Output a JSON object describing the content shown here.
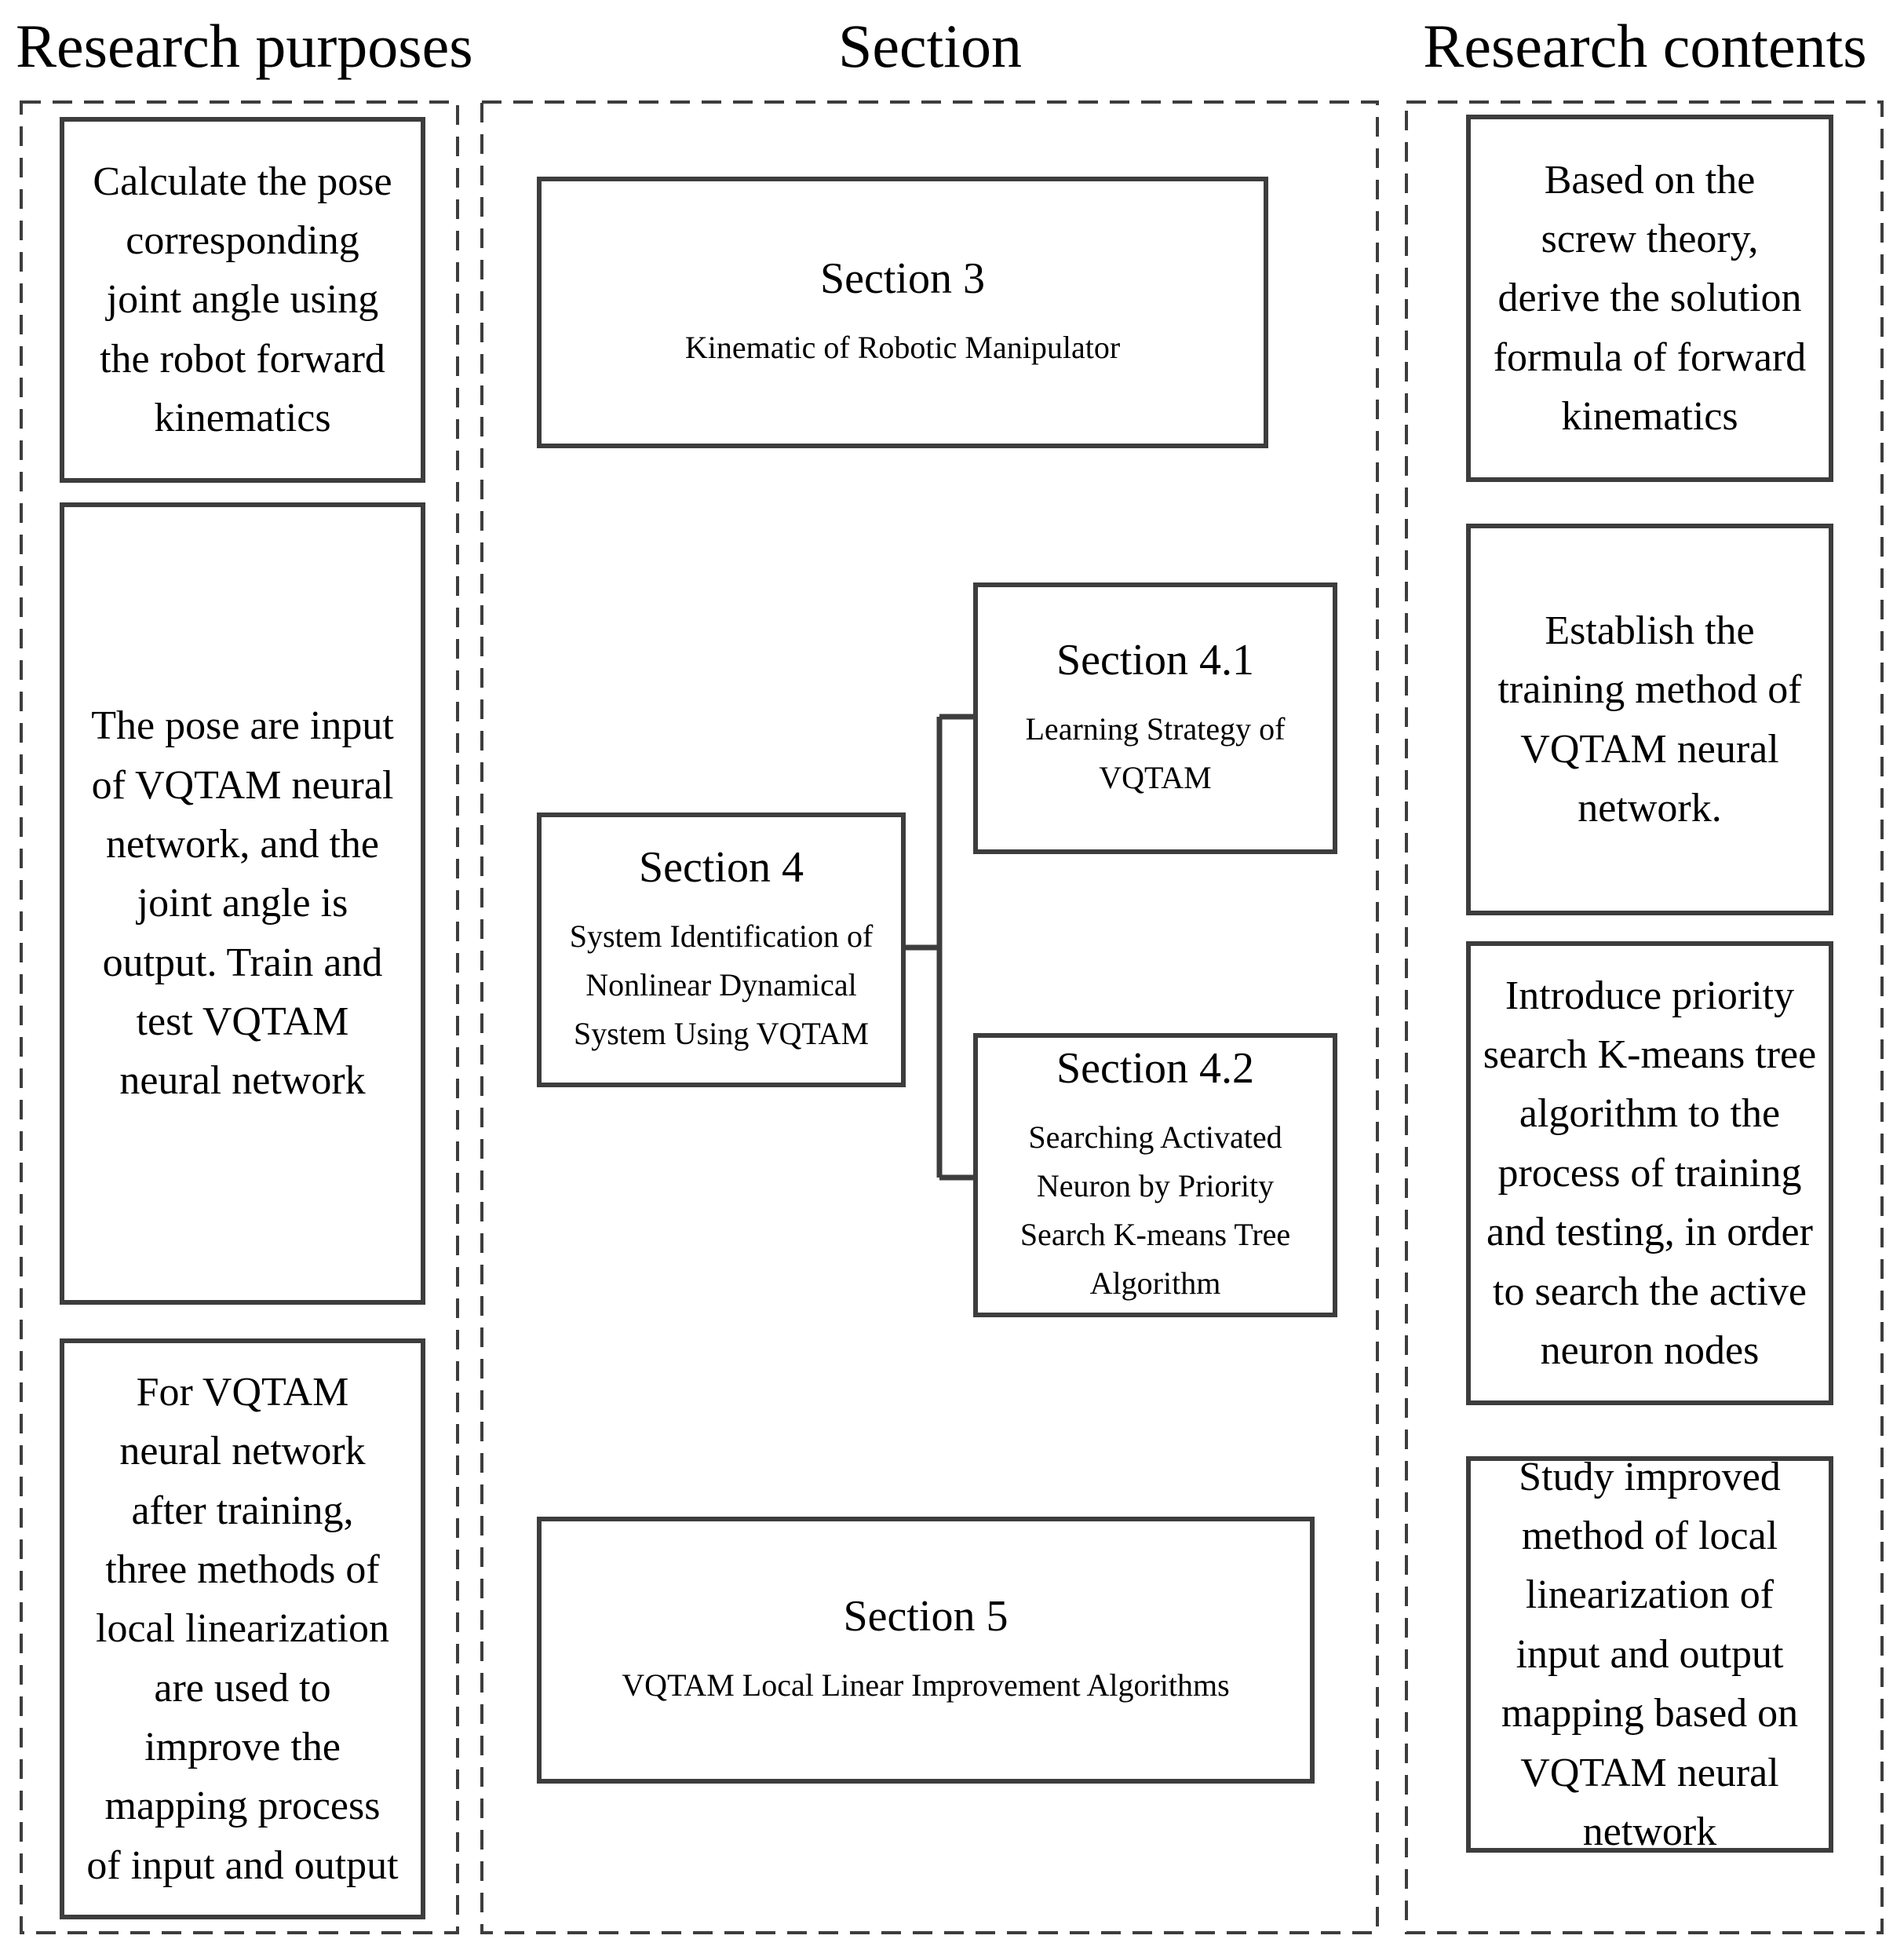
{
  "colors": {
    "background": "#ffffff",
    "line": "#3d3d3d",
    "text": "#000000"
  },
  "columns": [
    {
      "title": "Research purposes",
      "boxes": [
        {
          "text": "Calculate the pose corresponding joint angle using the robot forward kinematics"
        },
        {
          "text": "The pose are input of VQTAM neural network, and the joint angle is output. Train and test VQTAM neural network"
        },
        {
          "text": "For VQTAM neural network after training, three methods of local linearization are used to improve the mapping process of input and output"
        }
      ]
    },
    {
      "title": "Section",
      "boxes": [
        {
          "header": "Section 3",
          "subtitle": "Kinematic of Robotic Manipulator"
        },
        {
          "header": "Section 4",
          "subtitle": "System Identification of Nonlinear Dynamical System Using VQTAM"
        },
        {
          "header": "Section 4.1",
          "subtitle": "Learning Strategy of VQTAM"
        },
        {
          "header": "Section 4.2",
          "subtitle": "Searching Activated Neuron by Priority Search K-means Tree Algorithm"
        },
        {
          "header": "Section 5",
          "subtitle": "VQTAM Local Linear Improvement Algorithms"
        }
      ]
    },
    {
      "title": "Research contents",
      "boxes": [
        {
          "text": "Based on the screw theory, derive the solution formula of forward kinematics"
        },
        {
          "text": "Establish the training method of VQTAM neural network."
        },
        {
          "text": "Introduce priority search K-means tree algorithm to the process of training and testing, in order to search the active neuron nodes"
        },
        {
          "text": "Study improved method of local linearization of input and output mapping based on VQTAM neural network"
        }
      ]
    }
  ]
}
